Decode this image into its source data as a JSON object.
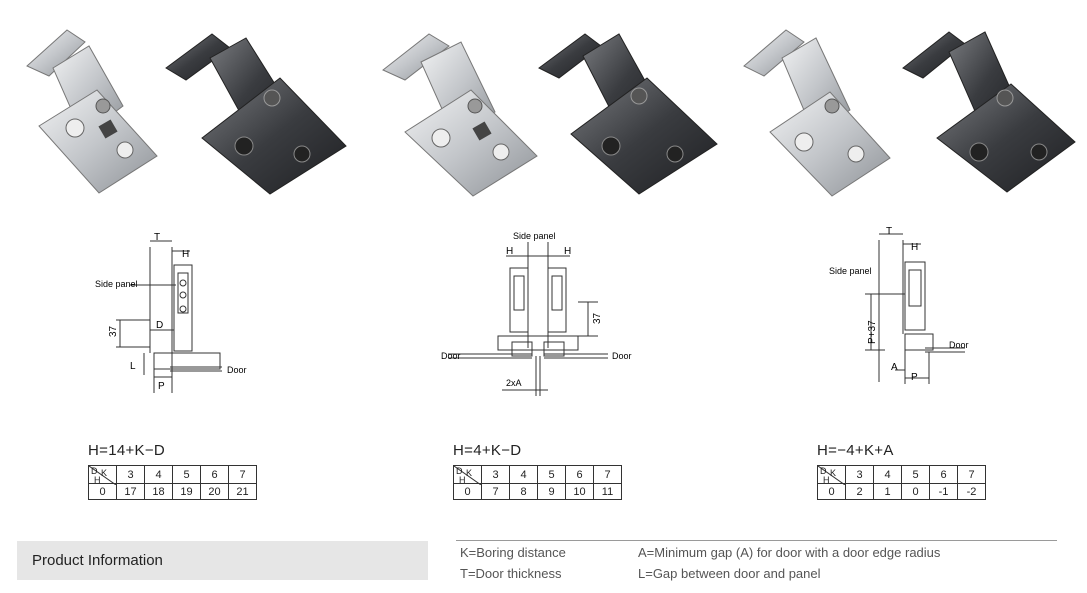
{
  "diagrams": [
    {
      "side_panel": "Side panel",
      "T": "T",
      "H": "H",
      "D": "D",
      "L": "L",
      "P": "P",
      "dim": "37",
      "door": "Door"
    },
    {
      "side_panel": "Side panel",
      "H1": "H",
      "H2": "H",
      "dim": "37",
      "door_left": "Door",
      "door_right": "Door",
      "gap": "2xA"
    },
    {
      "side_panel": "Side panel",
      "T": "T",
      "H": "H",
      "dim": "P+37",
      "A": "A",
      "P": "P",
      "door": "Door"
    }
  ],
  "tables": [
    {
      "formula": "H=14+K−D",
      "corner_top": "D",
      "corner_k": "K",
      "corner_bottom": "H",
      "k": [
        "3",
        "4",
        "5",
        "6",
        "7"
      ],
      "h_label": "0",
      "h": [
        "17",
        "18",
        "19",
        "20",
        "21"
      ]
    },
    {
      "formula": "H=4+K−D",
      "corner_top": "D",
      "corner_k": "K",
      "corner_bottom": "H",
      "k": [
        "3",
        "4",
        "5",
        "6",
        "7"
      ],
      "h_label": "0",
      "h": [
        "7",
        "8",
        "9",
        "10",
        "11"
      ]
    },
    {
      "formula": "H=−4+K+A",
      "corner_top": "D",
      "corner_k": "K",
      "corner_bottom": "H",
      "k": [
        "3",
        "4",
        "5",
        "6",
        "7"
      ],
      "h_label": "0",
      "h": [
        "2",
        "1",
        "0",
        "-1",
        "-2"
      ]
    }
  ],
  "info": {
    "title": "Product Information"
  },
  "legend": {
    "k": "K=Boring distance",
    "t": "T=Door thickness",
    "a": "A=Minimum gap (A) for door with a door edge radius",
    "l": "L=Gap between door and panel"
  },
  "colors": {
    "silver": "#c9cbce",
    "dark": "#3a3c40",
    "bar": "#e6e6e6"
  }
}
